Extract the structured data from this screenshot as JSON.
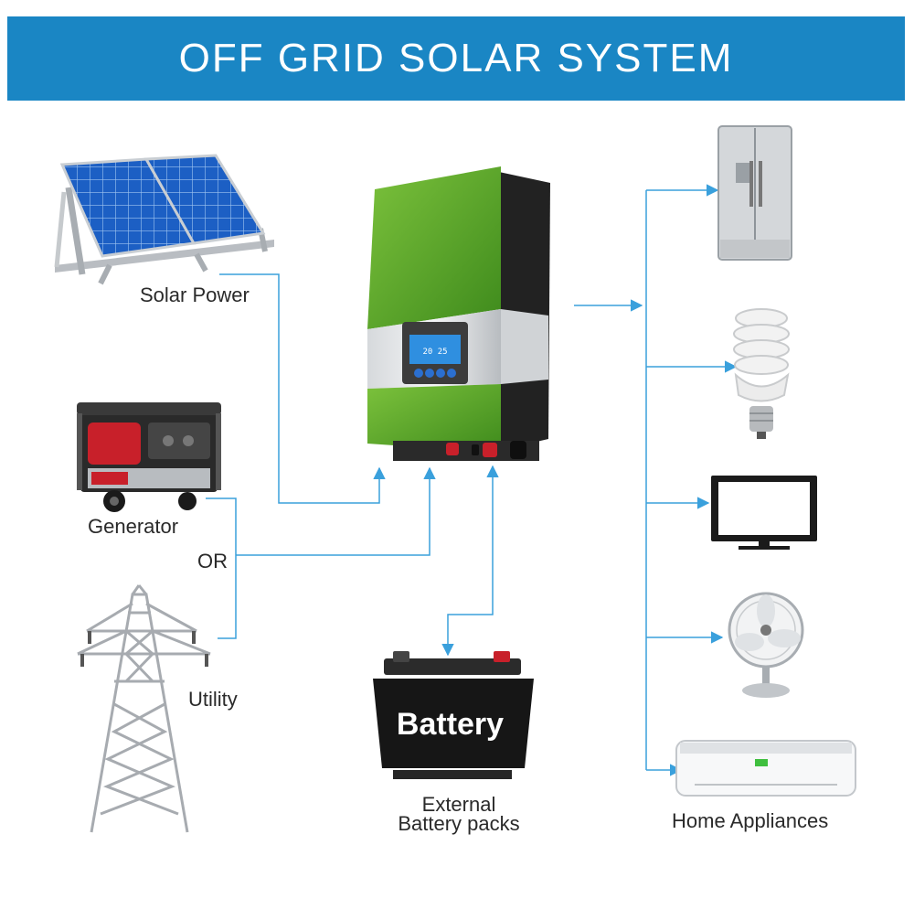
{
  "title": "OFF GRID SOLAR SYSTEM",
  "sources": {
    "solar": "Solar Power",
    "generator": "Generator",
    "or": "OR",
    "utility": "Utility"
  },
  "battery": {
    "label_on_battery": "Battery",
    "caption_line1": "External",
    "caption_line2": "Battery packs"
  },
  "loads": {
    "caption": "Home Appliances",
    "items": [
      "refrigerator-icon",
      "cfl-bulb-icon",
      "tv-icon",
      "fan-icon",
      "air-conditioner-icon"
    ]
  },
  "colors": {
    "banner": "#1a86c4",
    "connector": "#3aa0dc",
    "inverter_green": "#5ea82a",
    "solar_panel": "#1c5fc4"
  }
}
